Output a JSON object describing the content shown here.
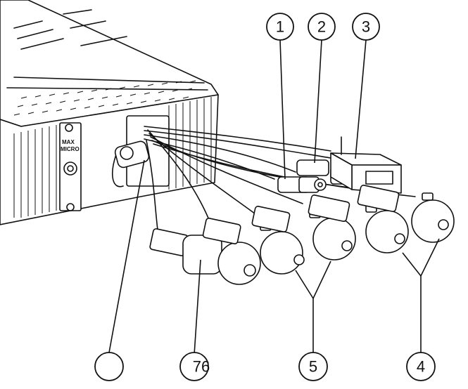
{
  "callouts": [
    {
      "id": "c1",
      "label": "1"
    },
    {
      "id": "c2",
      "label": "2"
    },
    {
      "id": "c3",
      "label": "3"
    },
    {
      "id": "c4",
      "label": "4"
    },
    {
      "id": "c5",
      "label": "5"
    },
    {
      "id": "c76",
      "label": "76"
    },
    {
      "id": "c-blank",
      "label": ""
    }
  ],
  "panel": {
    "label_line1": "MAX",
    "label_line2": "MICRO"
  },
  "colors": {
    "ink": "#111111",
    "paper": "#ffffff"
  }
}
